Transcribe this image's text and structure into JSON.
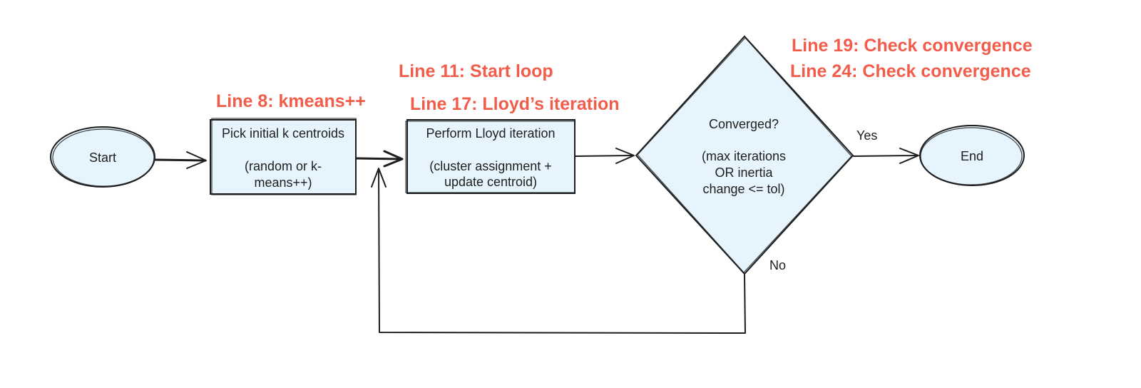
{
  "colors": {
    "node_fill": "#e6f4fd",
    "stroke": "#1e1e1e",
    "annotation": "#f25c4a"
  },
  "nodes": {
    "start": {
      "label": "Start"
    },
    "init": {
      "line1": "Pick initial k centroids",
      "line2": "(random or k-",
      "line3": "means++)"
    },
    "lloyd": {
      "line1": "Perform Lloyd iteration",
      "line2": "(cluster assignment +",
      "line3": "update centroid)"
    },
    "converged": {
      "line1": "Converged?",
      "line2": "(max iterations",
      "line3": "OR inertia",
      "line4": "change <= tol)"
    },
    "end": {
      "label": "End"
    }
  },
  "edge_labels": {
    "yes": "Yes",
    "no": "No"
  },
  "annotations": {
    "line8": "Line 8: kmeans++",
    "line11": "Line 11: Start loop",
    "line17": "Line 17: Lloyd’s iteration",
    "line19": "Line 19: Check convergence",
    "line24": "Line 24: Check convergence"
  }
}
